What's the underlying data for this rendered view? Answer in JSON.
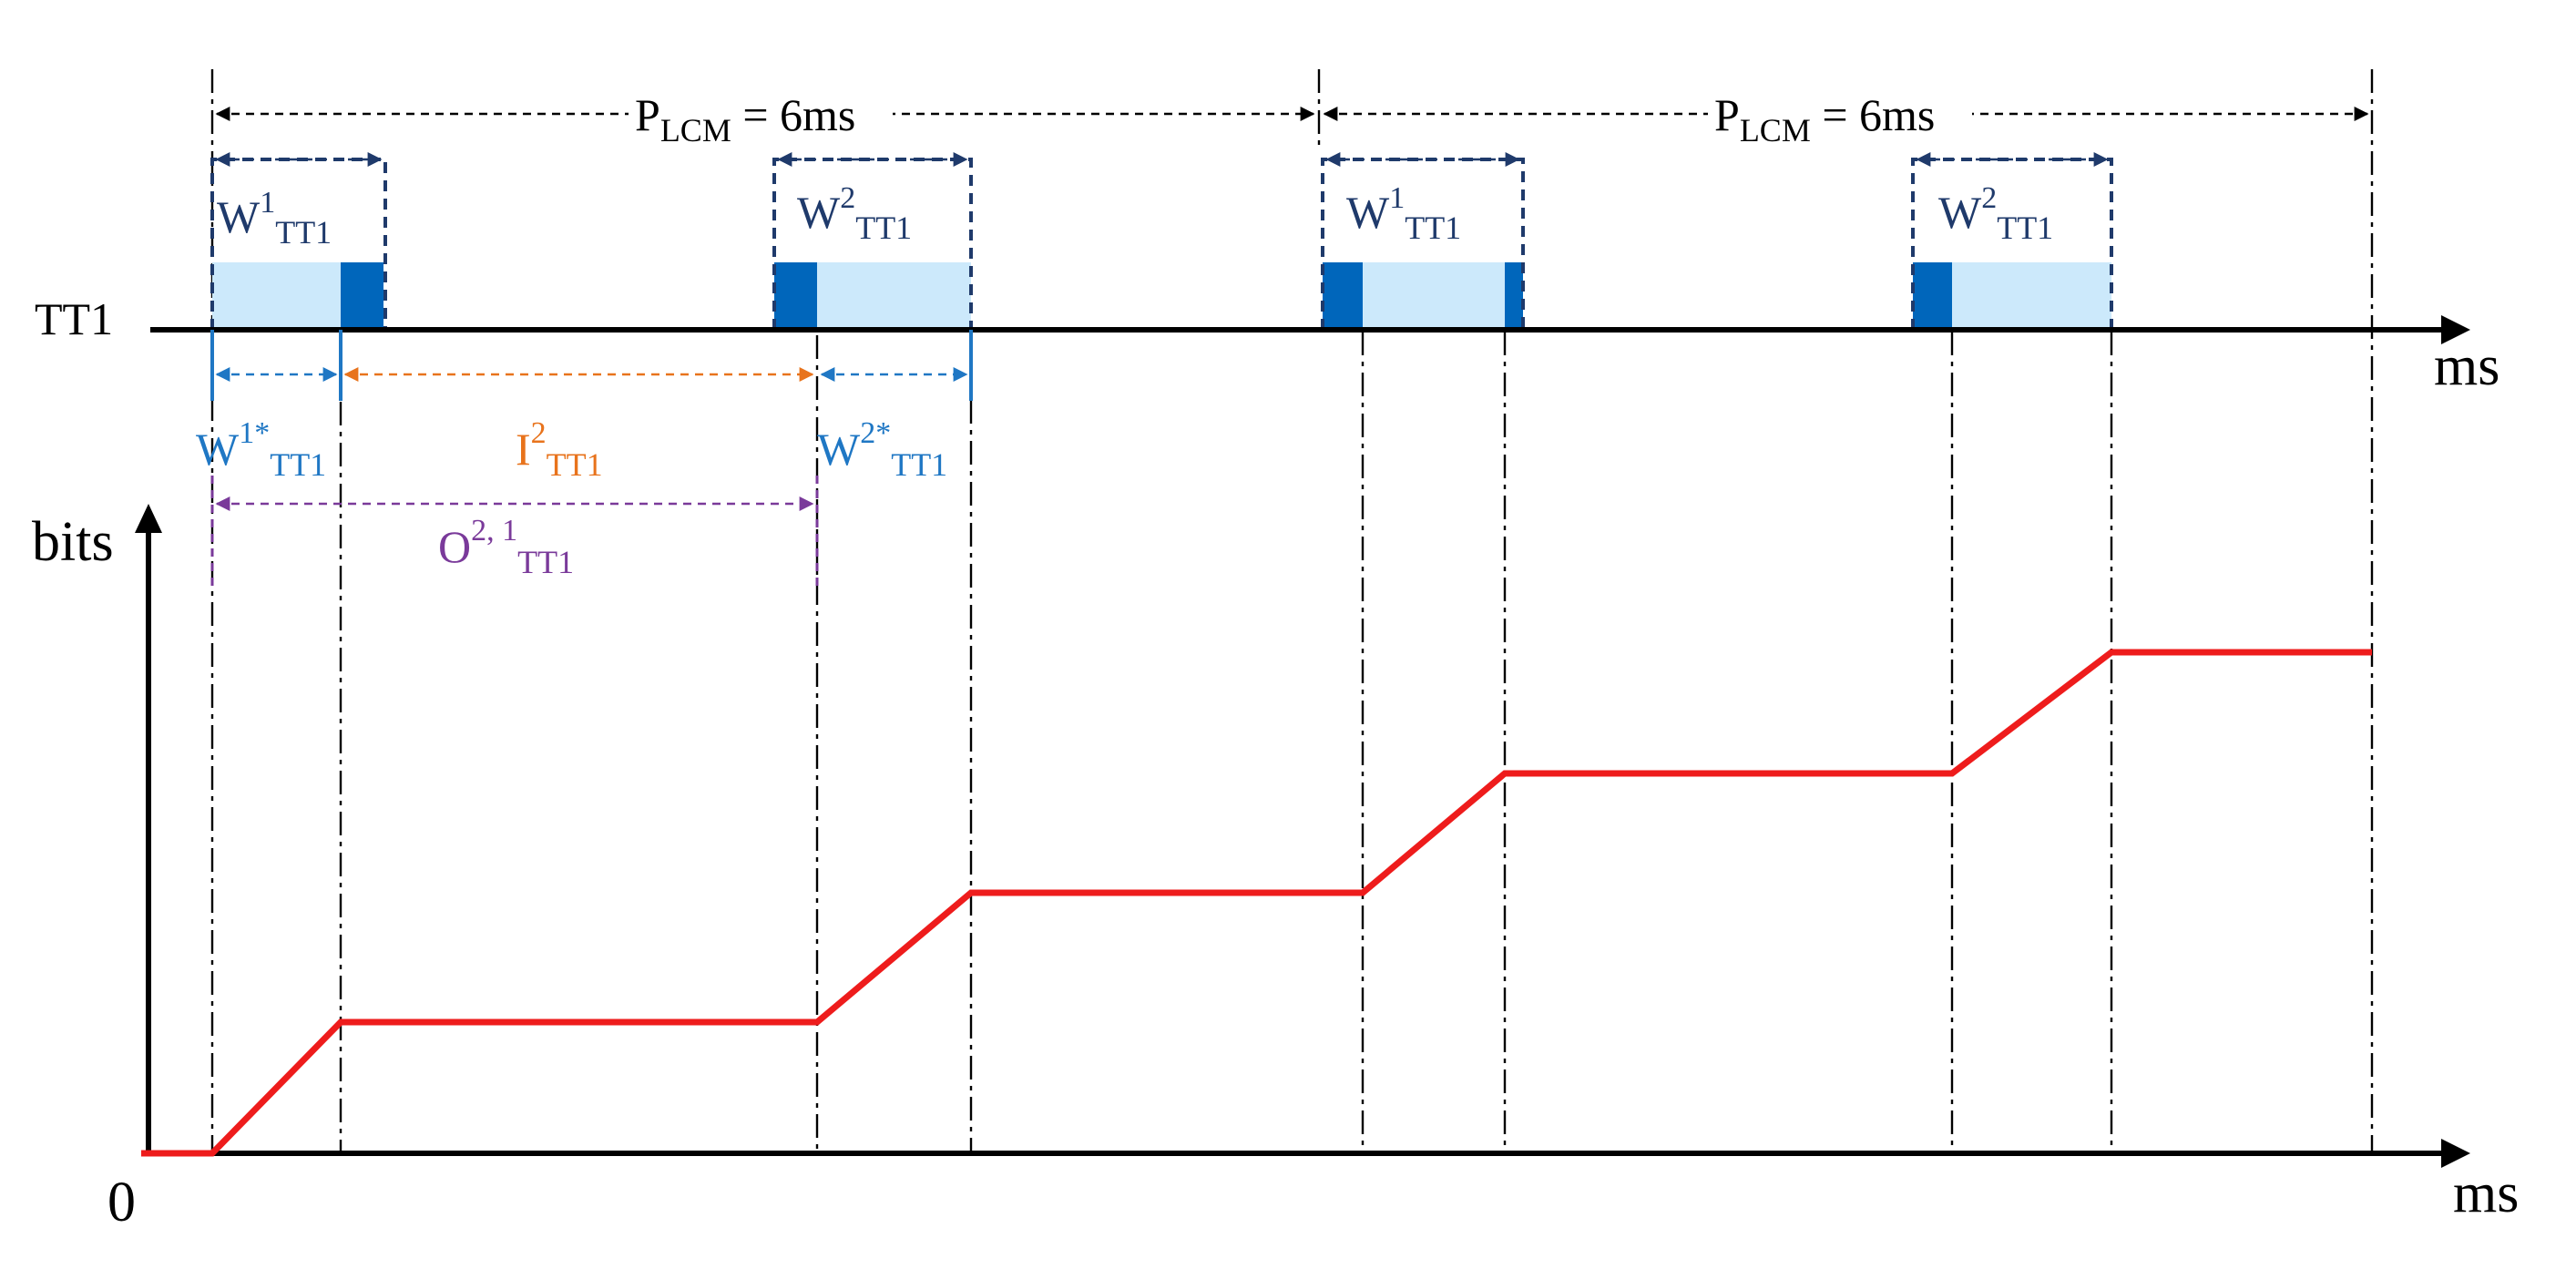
{
  "labels": {
    "tt1_row": "TT1",
    "x_unit_top": "ms",
    "x_unit_bottom": "ms",
    "y_axis": "bits",
    "origin": "0"
  },
  "periods": [
    {
      "base": "P",
      "sub": "LCM",
      "rest": " = 6ms"
    },
    {
      "base": "P",
      "sub": "LCM",
      "rest": " = 6ms"
    }
  ],
  "windows": [
    {
      "base": "W",
      "sup": "1",
      "sub": "TT1"
    },
    {
      "base": "W",
      "sup": "2",
      "sub": "TT1"
    },
    {
      "base": "W",
      "sup": "1",
      "sub": "TT1"
    },
    {
      "base": "W",
      "sup": "2",
      "sub": "TT1"
    }
  ],
  "subwindows": [
    {
      "base": "W",
      "sup": "1*",
      "sub": "TT1"
    },
    {
      "base": "W",
      "sup": "2*",
      "sub": "TT1"
    }
  ],
  "interval": {
    "base": "I",
    "sup": "2",
    "sub": "TT1"
  },
  "offset": {
    "base": "O",
    "sup": "2, 1",
    "sub": "TT1"
  },
  "colors": {
    "window_outline": "#1f3a6b",
    "subwindow": "#1f77c4",
    "interval": "#e8731c",
    "offset": "#7a3a9a",
    "curve": "#ee1c1c",
    "frame_light": "#cce9fb",
    "frame_dark": "#0066bb"
  }
}
